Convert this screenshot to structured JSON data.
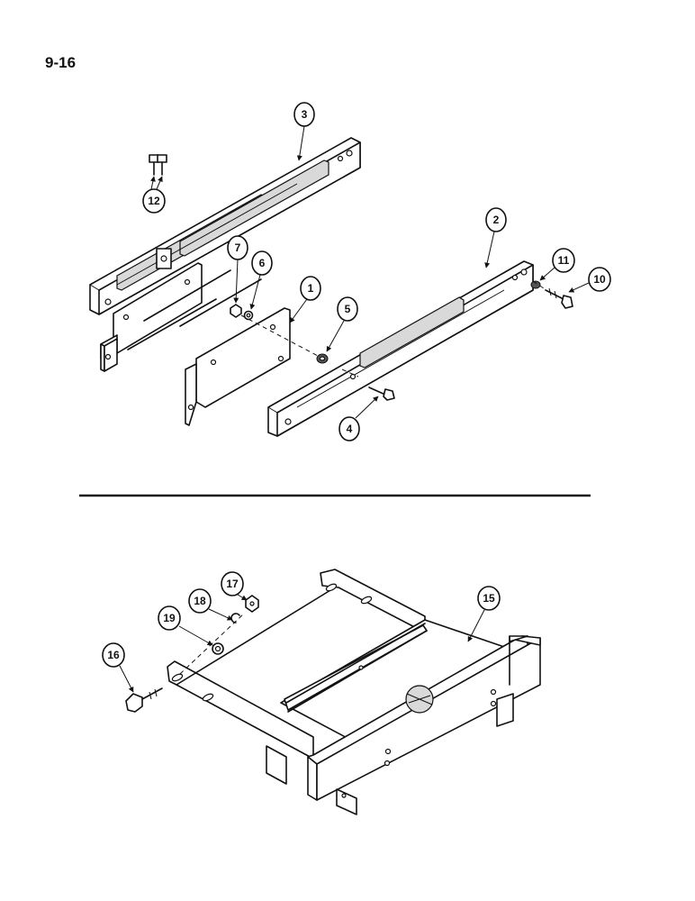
{
  "page": {
    "number": "9-16"
  },
  "callouts": {
    "c1": "1",
    "c2": "2",
    "c3": "3",
    "c4": "4",
    "c5": "5",
    "c6": "6",
    "c7": "7",
    "c10": "10",
    "c11": "11",
    "c12": "12",
    "c15": "15",
    "c16": "16",
    "c17": "17",
    "c18": "18",
    "c19": "19"
  },
  "colors": {
    "ink": "#111111",
    "paper": "#ffffff",
    "shade": "#d9d9d9"
  }
}
